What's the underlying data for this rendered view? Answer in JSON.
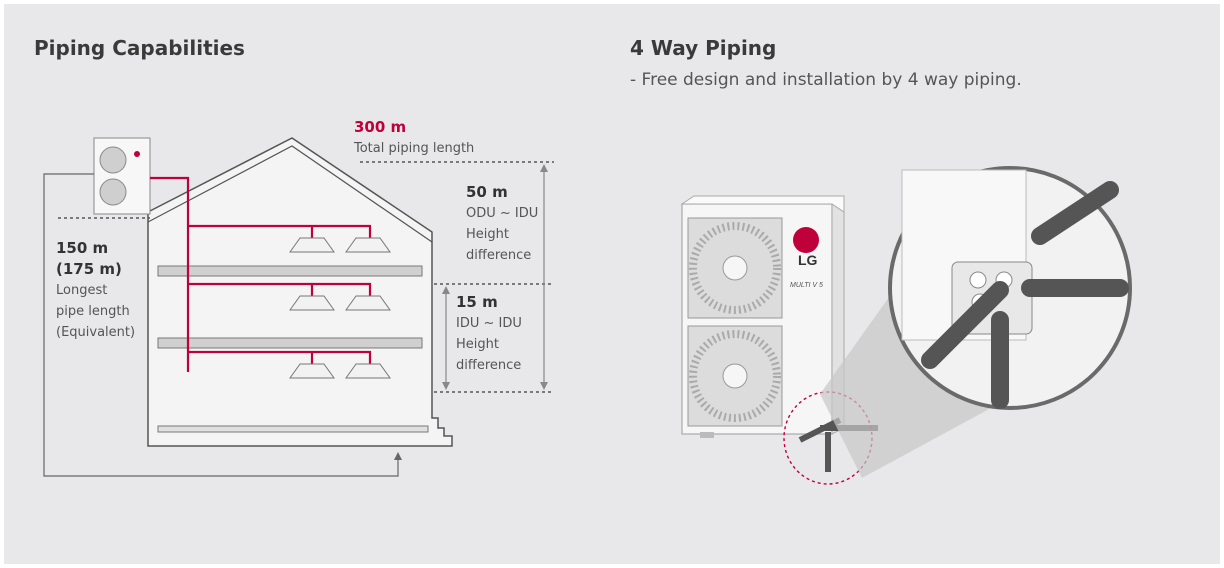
{
  "left_section": {
    "title": "Piping Capabilities",
    "total": {
      "value": "300 m",
      "caption": "Total piping length"
    },
    "height_odu": {
      "value": "50 m",
      "line1": "ODU ~ IDU",
      "line2": "Height",
      "line3": "difference"
    },
    "height_idu": {
      "value": "15 m",
      "line1": "IDU ~ IDU",
      "line2": "Height",
      "line3": "difference"
    },
    "longest": {
      "value1": "150 m",
      "value2": "(175 m)",
      "line1": "Longest",
      "line2": "pipe length",
      "line3": "(Equivalent)"
    }
  },
  "right_section": {
    "title": "4 Way Piping",
    "description": "- Free design and installation by 4 way piping."
  },
  "outdoor_unit": {
    "brand": "LG",
    "model": "MULTI V 5"
  },
  "colors": {
    "accent": "#c0003a",
    "background": "#e8e8ea",
    "text": "#3a3a3a"
  }
}
